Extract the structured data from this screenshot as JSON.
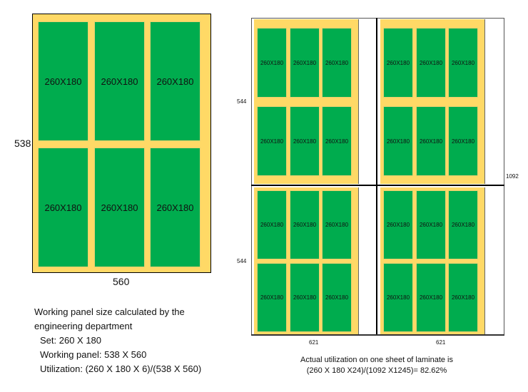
{
  "left_panel": {
    "cells": [
      "260X180",
      "260X180",
      "260X180",
      "260X180",
      "260X180",
      "260X180"
    ],
    "height_label": "538",
    "width_label": "560"
  },
  "right_sheet": {
    "panels": [
      {
        "cells": [
          "260X180",
          "260X180",
          "260X180",
          "260X180",
          "260X180",
          "260X180"
        ]
      },
      {
        "cells": [
          "260X180",
          "260X180",
          "260X180",
          "260X180",
          "260X180",
          "260X180"
        ]
      },
      {
        "cells": [
          "260X180",
          "260X180",
          "260X180",
          "260X180",
          "260X180",
          "260X180"
        ]
      },
      {
        "cells": [
          "260X180",
          "260X180",
          "260X180",
          "260X180",
          "260X180",
          "260X180"
        ]
      }
    ],
    "height_label_top": "544",
    "height_label_bottom": "544",
    "total_height_label": "1092",
    "width_label_left": "621",
    "width_label_right": "621"
  },
  "notes_left": {
    "line1": "Working panel size calculated by the",
    "line2": "engineering department",
    "line3": "Set: 260 X 180",
    "line4": "Working panel: 538 X 560",
    "line5": "Utilization: (260 X 180 X 6)/(538 X 560)"
  },
  "notes_right": {
    "line1": "Actual utilization on one sheet of laminate is",
    "line2": "(260 X 180 X24)/(1092 X1245)= 82.62%"
  },
  "colors": {
    "panel": "#FFD966",
    "set": "#00AC4E"
  }
}
